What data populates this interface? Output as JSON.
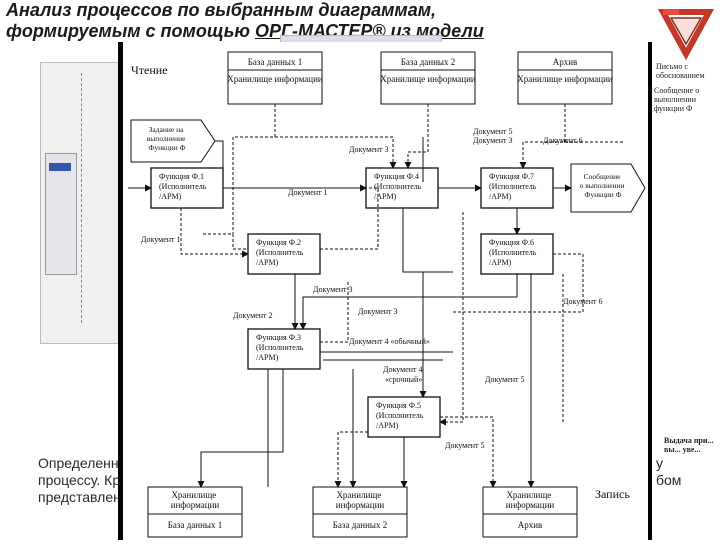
{
  "title": {
    "line1": "Анализ процессов по выбранным диаграммам,",
    "line2_pre": "формируемым с помощью ",
    "line2_link": "ОРГ-МАСТЕР® из модели"
  },
  "background": {
    "body_line1": "Определенн",
    "body_line1_end": "у",
    "body_line2_start": "процессу. Кр",
    "body_line2_end": "бом",
    "body_line3": "представлен"
  },
  "side_notes": {
    "right_top": "Письмо с обоснованием",
    "right_mid": "Сообщение о выполнении функции Ф",
    "right_bottom": "Выдача при... вы... уве..."
  },
  "diagram": {
    "read_label": "Чтение",
    "write_label": "Запись",
    "top_storages": [
      {
        "db": "База данных 1",
        "store": "Хранилище информации"
      },
      {
        "db": "База данных 2",
        "store": "Хранилище информации"
      },
      {
        "db": "Архив",
        "store": "Хранилище информации"
      }
    ],
    "bottom_storages": [
      {
        "db": "База данных 1",
        "store": "Хранилище информации"
      },
      {
        "db": "База данных 2",
        "store": "Хранилище информации"
      },
      {
        "db": "Архив",
        "store": "Хранилище информации"
      }
    ],
    "input_event": "Задание на выполнение Функции Ф",
    "output_event": "Сообщение о выполнении Функции Ф",
    "functions": [
      {
        "name": "Функция Ф.1",
        "exec": "(Исполнитель",
        "arm": "/АРМ)"
      },
      {
        "name": "Функция Ф.4",
        "exec": "(Исполнитель",
        "arm": "/АРМ)"
      },
      {
        "name": "Функция Ф.7",
        "exec": "(Исполнитель",
        "arm": "/АРМ)"
      },
      {
        "name": "Функция Ф.2",
        "exec": "(Исполнитель",
        "arm": "/АРМ)"
      },
      {
        "name": "Функция Ф.6",
        "exec": "(Исполнитель",
        "arm": "/АРМ)"
      },
      {
        "name": "Функция Ф.3",
        "exec": "(Исполнитель",
        "arm": "/АРМ)"
      },
      {
        "name": "Функция Ф.5",
        "exec": "(Исполнитель",
        "arm": "/АРМ)"
      }
    ],
    "labels": {
      "doc5_top": "Документ 5",
      "doc3_top": "Документ 3",
      "doc6_top": "Документ 6",
      "doc3_left": "Документ 3",
      "doc1_mid": "Документ 1",
      "doc1_left": "Документ 1",
      "doc3_mid": "Документ 3",
      "doc6_right": "Документ 6",
      "doc2": "Документ 2",
      "doc3_low": "Документ 3",
      "doc4_normal": "Документ 4 «обычный»",
      "doc4_urgent_1": "Документ 4",
      "doc4_urgent_2": "«срочный»",
      "doc5_right": "Документ 5",
      "doc5_bottom": "Документ 5"
    }
  }
}
